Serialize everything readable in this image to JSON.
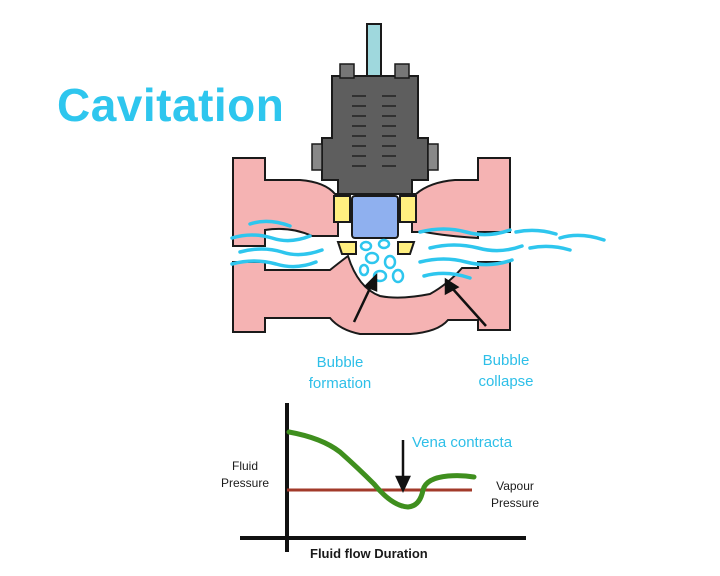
{
  "title": "Cavitation",
  "labels": {
    "bubble_formation": [
      "Bubble",
      "formation"
    ],
    "bubble_collapse": [
      "Bubble",
      "collapse"
    ],
    "vena_contracta": "Vena contracta",
    "fluid_pressure": [
      "Fluid",
      "Pressure"
    ],
    "vapour_pressure": [
      "Vapour",
      "Pressure"
    ],
    "x_axis": "Fluid flow Duration"
  },
  "colors": {
    "title": "#2ec6ee",
    "body": "#f5b3b3",
    "outline": "#1a1a1a",
    "metal": "#5e5e5e",
    "seat": "#ffef80",
    "plug": "#8fb0ef",
    "stem": "#9fd8dd",
    "water": "#2ec6ee",
    "pressure_curve": "#3f8f1e",
    "vapour_line": "#a23a2a"
  },
  "icons": [
    "down-arrow-icon",
    "pointer-arrow-icon"
  ]
}
